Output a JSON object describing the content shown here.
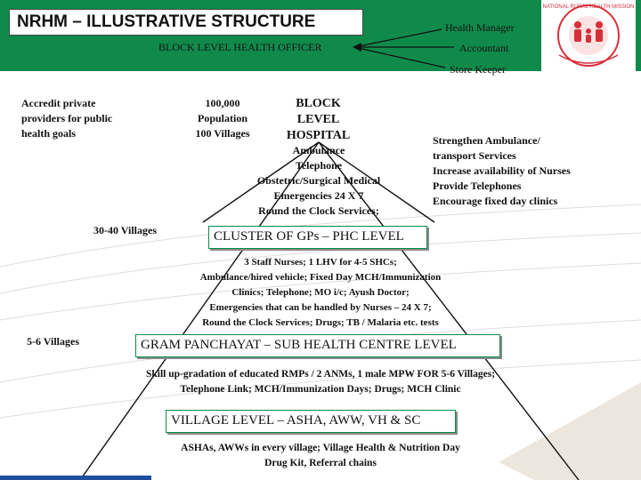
{
  "header": {
    "title": "NRHM – ILLUSTRATIVE STRUCTURE",
    "block_officer": "BLOCK LEVEL HEALTH OFFICER",
    "staff": [
      "Health Manager",
      "Accountant",
      "Store Keeper"
    ]
  },
  "logo": {
    "label": "NATIONAL RURAL HEALTH MISSION",
    "colors": {
      "ring": "#d6303a",
      "figures": "#d6303a",
      "background": "#ffffff"
    }
  },
  "side_notes": {
    "private_providers": [
      "Accredit private",
      "providers for public",
      "health goals"
    ],
    "population": [
      "100,000",
      "Population",
      "100 Villages"
    ],
    "cluster_villages": "30-40 Villages",
    "gp_villages": "5-6 Villages",
    "block_services": [
      "Strengthen Ambulance/",
      "transport Services",
      "Increase availability of Nurses",
      "Provide Telephones",
      "Encourage fixed day clinics"
    ]
  },
  "pyramid": {
    "apex_title": [
      "BLOCK",
      "LEVEL",
      "HOSPITAL"
    ],
    "apex_services": [
      "Ambulance",
      "Telephone",
      "Obstetric/Surgical Medical",
      "Emergencies 24 X 7",
      "Round the Clock Services;"
    ],
    "levels": [
      {
        "label": "CLUSTER OF GPs – PHC LEVEL",
        "services": [
          "3 Staff Nurses; 1 LHV for 4-5 SHCs;",
          "Ambulance/hired vehicle; Fixed Day MCH/Immunization",
          "Clinics; Telephone; MO i/c; Ayush Doctor;",
          "Emergencies that can be handled by Nurses – 24 X 7;",
          "Round the Clock Services; Drugs; TB / Malaria etc. tests"
        ]
      },
      {
        "label": "GRAM PANCHAYAT – SUB HEALTH CENTRE LEVEL",
        "services": [
          "Skill up-gradation of educated RMPs / 2 ANMs, 1 male MPW FOR 5-6 Villages;",
          "Telephone Link; MCH/Immunization Days; Drugs; MCH Clinic"
        ]
      },
      {
        "label": "VILLAGE LEVEL – ASHA, AWW, VH & SC",
        "services": [
          "ASHAs, AWWs in every village; Village Health & Nutrition Day",
          "Drug Kit, Referral chains"
        ]
      }
    ]
  },
  "colors": {
    "accent": "#0f8a4a",
    "level_border": "#0f8a4a",
    "shadow": "#8a8a8a",
    "text": "#111111"
  }
}
